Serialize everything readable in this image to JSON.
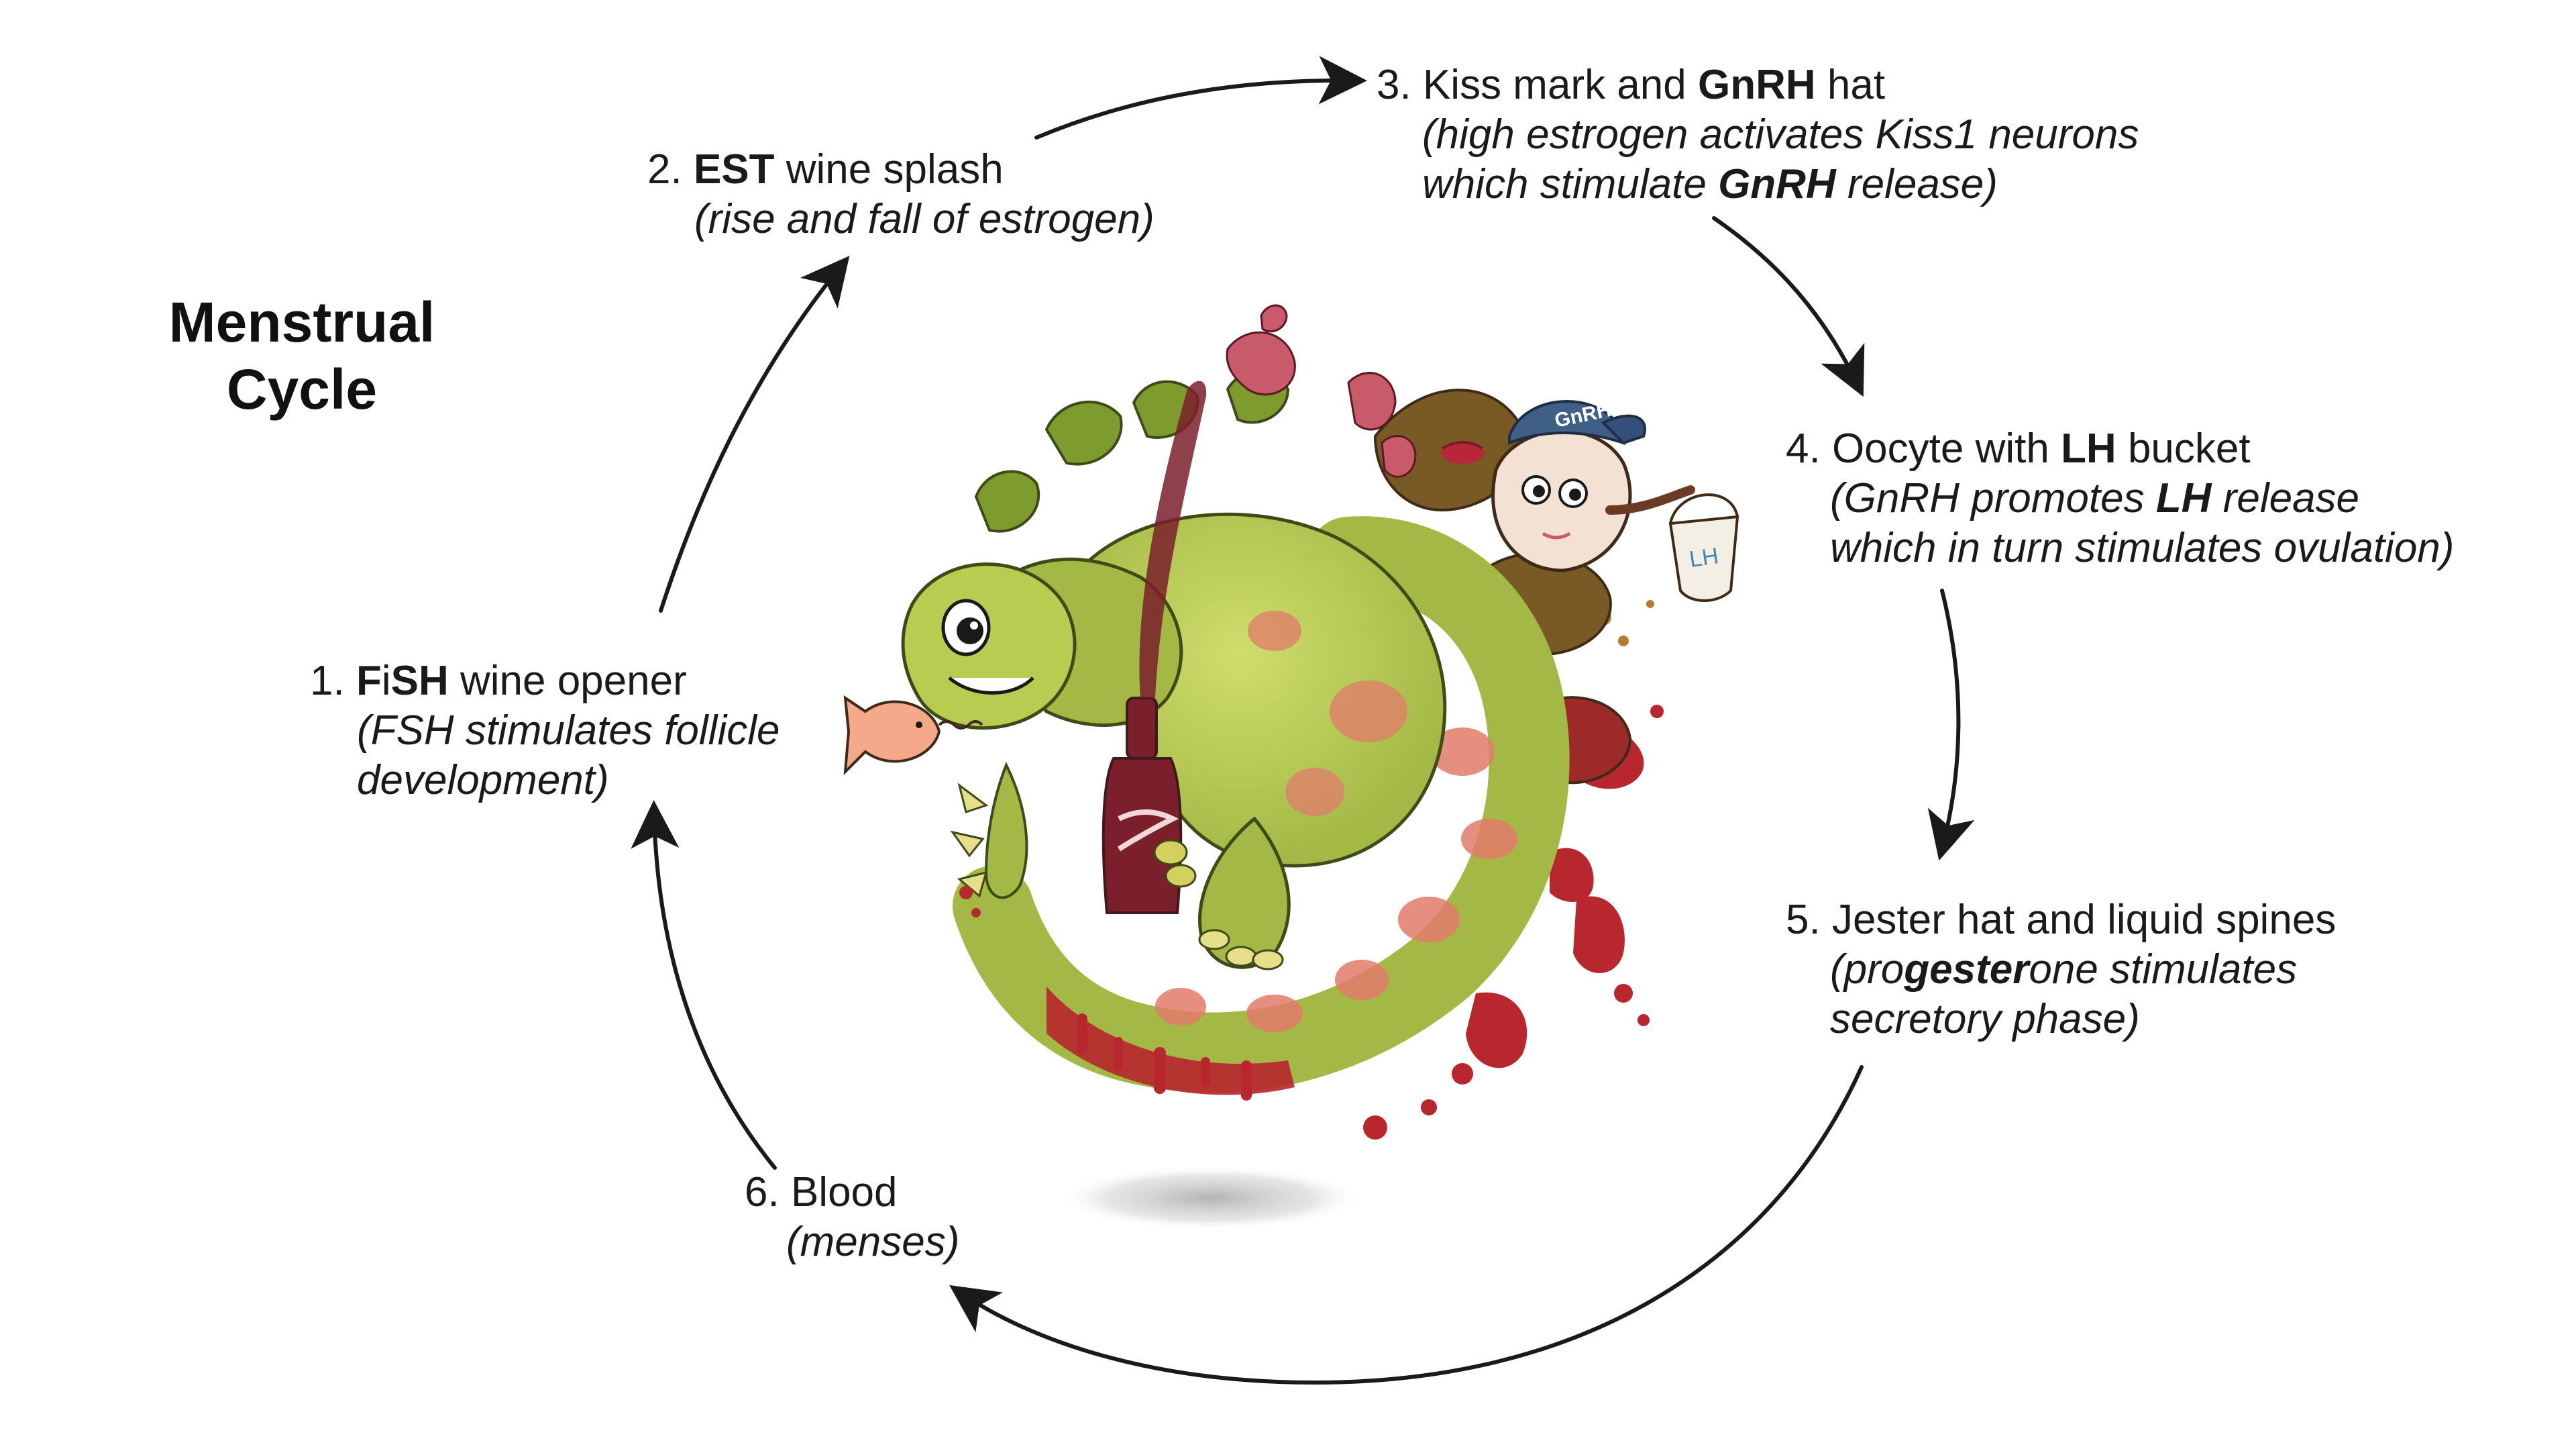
{
  "title": {
    "line1": "Menstrual",
    "line2": "Cycle"
  },
  "steps": [
    {
      "num": "1. ",
      "head_parts": [
        {
          "t": "F",
          "b": true
        },
        {
          "t": "i",
          "b": false
        },
        {
          "t": "SH",
          "b": true
        },
        {
          "t": " wine opener",
          "b": false
        }
      ],
      "sub_lines": [
        [
          {
            "t": "(FSH stimulates follicle",
            "b": false
          }
        ],
        [
          {
            "t": "development)",
            "b": false
          }
        ]
      ]
    },
    {
      "num": "2. ",
      "head_parts": [
        {
          "t": "EST",
          "b": true
        },
        {
          "t": " wine splash",
          "b": false
        }
      ],
      "sub_lines": [
        [
          {
            "t": "(rise and fall of estrogen)",
            "b": false
          }
        ]
      ]
    },
    {
      "num": "3. ",
      "head_parts": [
        {
          "t": "Kiss mark and ",
          "b": false
        },
        {
          "t": "GnRH",
          "b": true
        },
        {
          "t": " hat",
          "b": false
        }
      ],
      "sub_lines": [
        [
          {
            "t": "(high estrogen activates Kiss1 neurons",
            "b": false
          }
        ],
        [
          {
            "t": "which stimulate ",
            "b": false
          },
          {
            "t": "GnRH",
            "b": true
          },
          {
            "t": " release)",
            "b": false
          }
        ]
      ]
    },
    {
      "num": "4. ",
      "head_parts": [
        {
          "t": "Oocyte with ",
          "b": false
        },
        {
          "t": "LH",
          "b": true
        },
        {
          "t": " bucket",
          "b": false
        }
      ],
      "sub_lines": [
        [
          {
            "t": "(GnRH promotes ",
            "b": false
          },
          {
            "t": "LH",
            "b": true
          },
          {
            "t": " release",
            "b": false
          }
        ],
        [
          {
            "t": "which in turn stimulates ovulation)",
            "b": false
          }
        ]
      ]
    },
    {
      "num": "5. ",
      "head_parts": [
        {
          "t": "Jester hat and liquid spines",
          "b": false
        }
      ],
      "sub_lines": [
        [
          {
            "t": "(pro",
            "b": false
          },
          {
            "t": "gester",
            "b": true
          },
          {
            "t": "one stimulates",
            "b": false
          }
        ],
        [
          {
            "t": "secretory phase)",
            "b": false
          }
        ]
      ]
    },
    {
      "num": "6. ",
      "head_parts": [
        {
          "t": "Blood",
          "b": false
        }
      ],
      "sub_lines": [
        [
          {
            "t": "(menses)",
            "b": false
          }
        ]
      ]
    }
  ],
  "illustration": {
    "hat_text": "GnRH",
    "bucket_text": "LH"
  },
  "colors": {
    "arrow": "#1a1a1a",
    "body_green": "#b8cc52",
    "body_dark": "#8fa33a",
    "spine_green": "#7e9b2e",
    "wine": "#7a1f2b",
    "blood": "#b8262e",
    "blood_light": "#d9524a",
    "kiss_pink": "#c85a6a",
    "hat_blue": "#3f5f86",
    "oocyte_skin": "#f3e1d4",
    "shadow": "#cfcfcf"
  }
}
